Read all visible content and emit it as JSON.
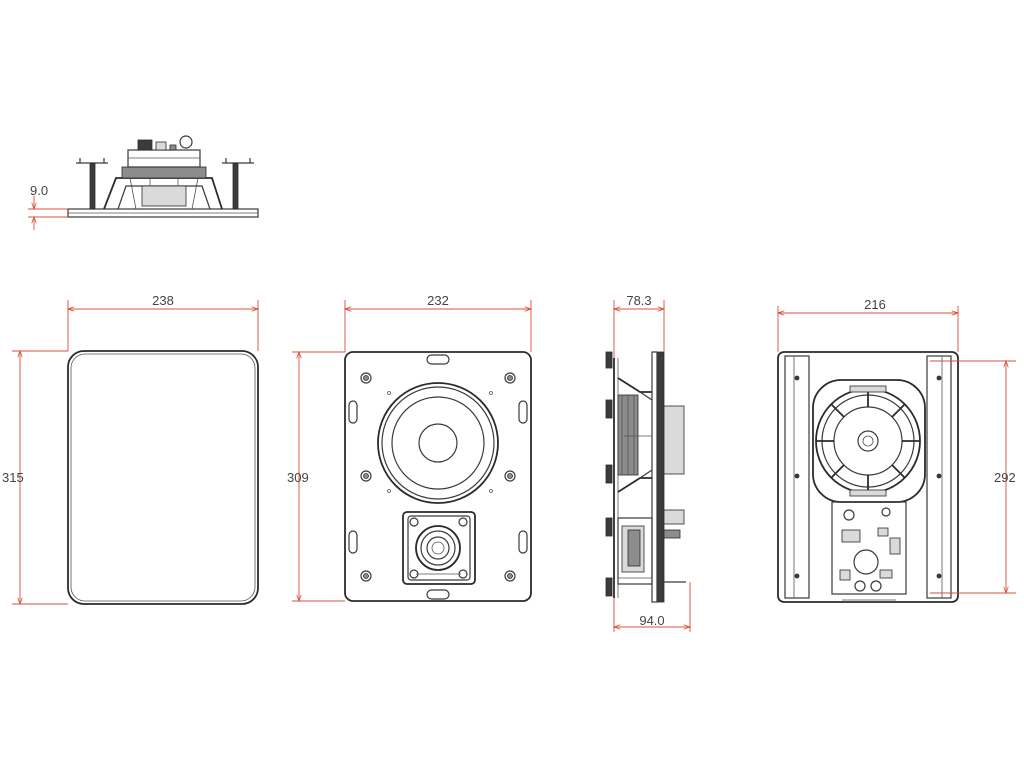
{
  "dimensions": {
    "flange_depth": "9.0",
    "grille_width": "238",
    "grille_height": "315",
    "baffle_width": "232",
    "baffle_height": "309",
    "side_depth_top": "78.3",
    "side_depth_bottom": "94.0",
    "rear_width": "216",
    "rear_height": "292"
  },
  "colors": {
    "line": "#3a3a3a",
    "dimension": "#d9503a",
    "text": "#444444"
  }
}
